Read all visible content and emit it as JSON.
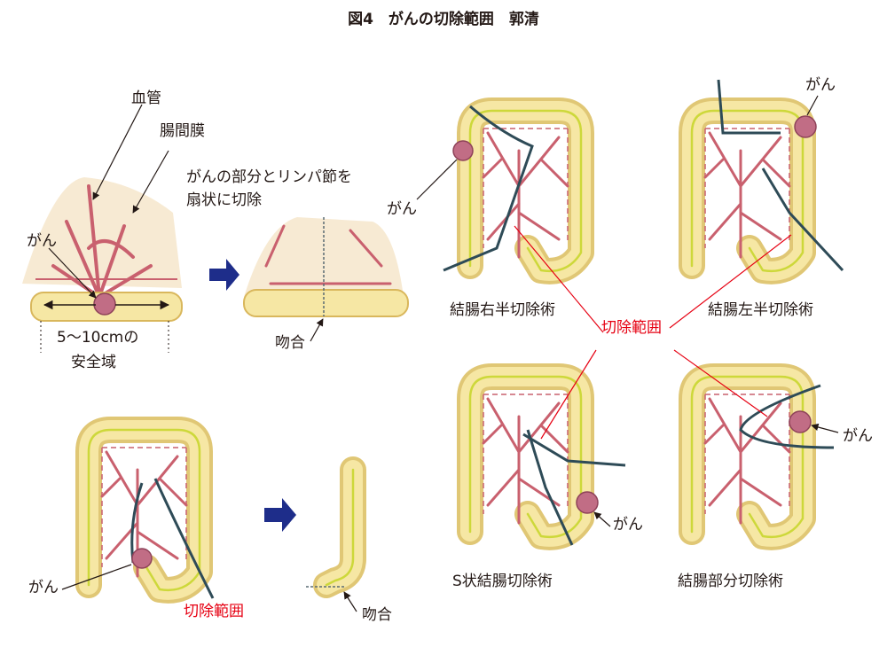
{
  "title": "図4　がんの切除範囲　郭清",
  "colors": {
    "fat": "#f4e7a8",
    "fat_edge": "#d9b75c",
    "intestine": "#e8d489",
    "mesentery": "#f7ead3",
    "vessel": "#c9606e",
    "tumor": "#c16d85",
    "cut_line": "#2e4b57",
    "bowel_line": "#cdd83a",
    "arrow": "#1e2d8a",
    "red_label": "#e60012",
    "leader": "#231815"
  },
  "left_top": {
    "blood_vessel": "血管",
    "mesentery": "腸間膜",
    "description_line1": "がんの部分とリンパ節を",
    "description_line2": "扇状に切除",
    "cancer": "がん",
    "margin_line1": "5～10cmの",
    "margin_line2": "安全域",
    "anastomosis": "吻合"
  },
  "left_bottom": {
    "cancer": "がん",
    "resection_range": "切除範囲",
    "anastomosis": "吻合"
  },
  "right": {
    "resection_range": "切除範囲",
    "right_hemicolectomy": {
      "name": "結腸右半切除術",
      "cancer": "がん"
    },
    "left_hemicolectomy": {
      "name": "結腸左半切除術",
      "cancer": "がん"
    },
    "sigmoidectomy": {
      "name": "S状結腸切除術",
      "cancer": "がん"
    },
    "partial_colectomy": {
      "name": "結腸部分切除術",
      "cancer": "がん"
    }
  }
}
